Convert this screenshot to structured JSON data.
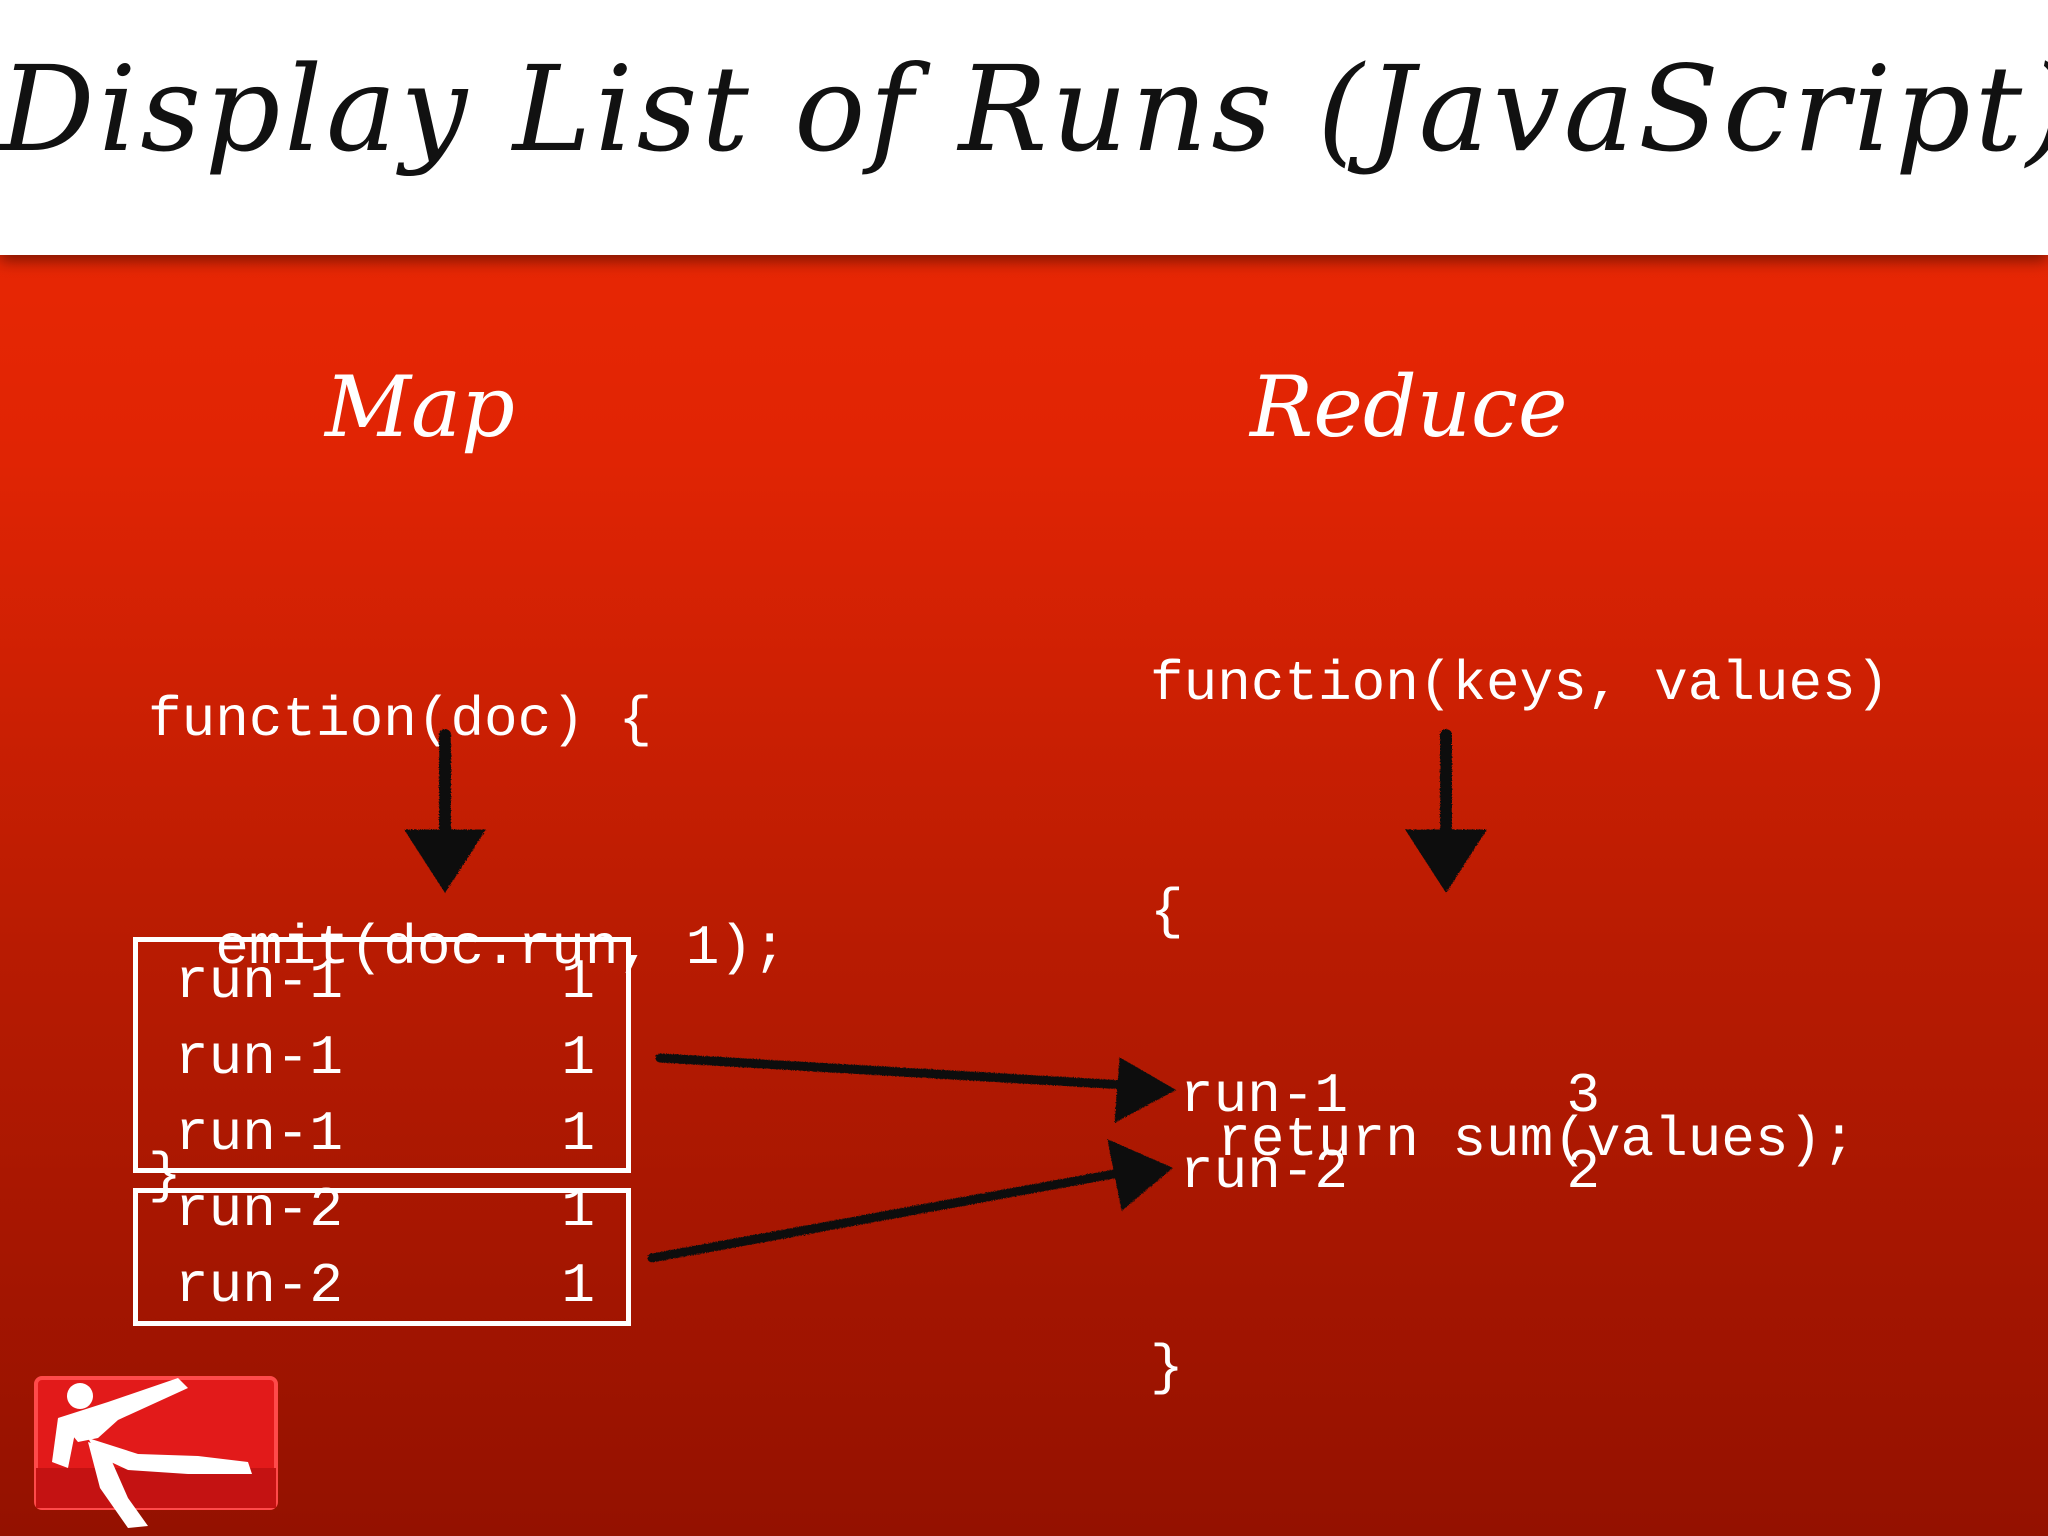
{
  "title": "Display List of Runs (JavaScript)",
  "map": {
    "heading": "Map",
    "code": [
      "function(doc) {",
      "  emit(doc.run, 1);",
      "}"
    ],
    "rows": [
      {
        "key": "run-1",
        "value": "1"
      },
      {
        "key": "run-1",
        "value": "1"
      },
      {
        "key": "run-1",
        "value": "1"
      },
      {
        "key": "run-2",
        "value": "1"
      },
      {
        "key": "run-2",
        "value": "1"
      }
    ]
  },
  "reduce": {
    "heading": "Reduce",
    "code": [
      "function(keys, values)",
      "{",
      "  return sum(values);",
      "}"
    ],
    "rows": [
      {
        "key": "run-1",
        "value": "3"
      },
      {
        "key": "run-2",
        "value": "2"
      }
    ]
  },
  "colors": {
    "background_top": "#f02a05",
    "background_bottom": "#941100",
    "title_bar": "#ffffff",
    "text": "#ffffff",
    "arrow": "#111111"
  },
  "icons": {
    "logo": "couchdb-logo-icon"
  }
}
